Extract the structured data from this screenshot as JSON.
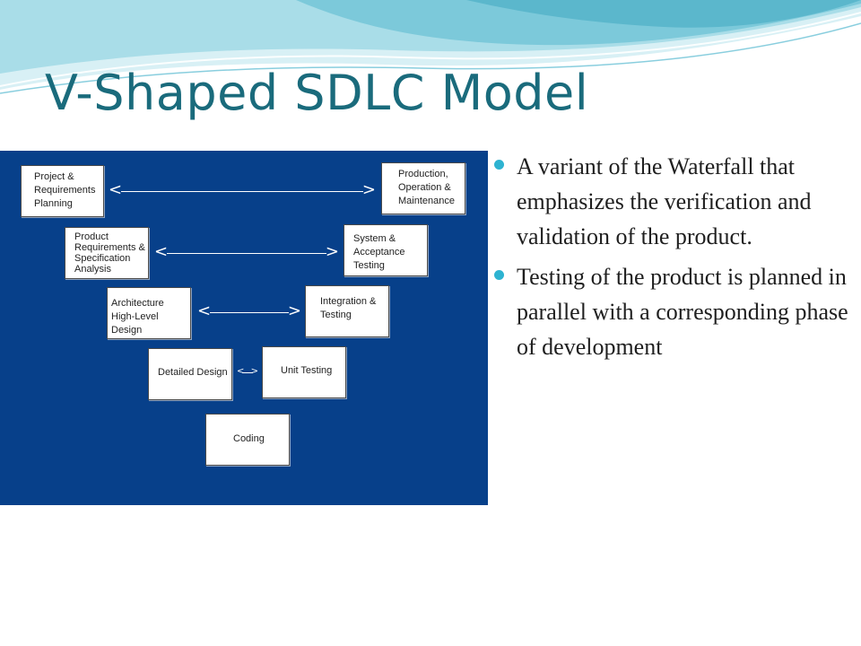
{
  "slide": {
    "title": "V-Shaped SDLC Model",
    "accent_color": "#1a6b7c",
    "bullet_color": "#2eb3d1"
  },
  "diagram": {
    "background_color": "#07408a",
    "boxes": {
      "project_requirements_planning": "Project &\nRequirements\nPlanning",
      "production_operation_maintenance": "Production,\nOperation &\nMaintenance",
      "product_requirements_specification": "Product\nRequirements &\nSpecification\nAnalysis",
      "system_acceptance_testing": "System &\nAcceptance\nTesting",
      "architecture_high_level_design": "Architecture\nHigh-Level Design",
      "integration_testing": "Integration &\nTesting",
      "detailed_design": "Detailed Design",
      "unit_testing": "Unit Testing",
      "coding": "Coding"
    }
  },
  "bullets": [
    "A variant of the Waterfall that emphasizes the verification and validation of the product.",
    "Testing of the product is planned in parallel with a corresponding phase of development"
  ]
}
